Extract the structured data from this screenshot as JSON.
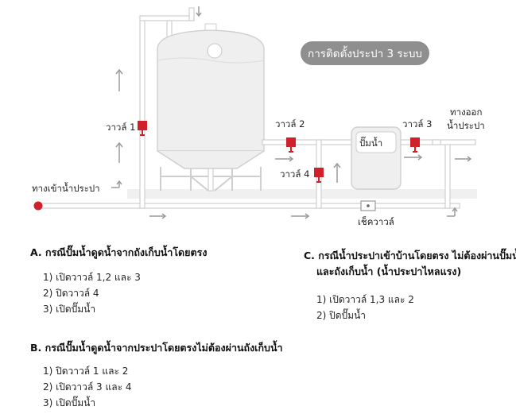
{
  "title_badge": "การติดตั้งประปา 3 ระบบ",
  "labels": {
    "valve1": "วาวล์ 1",
    "valve2": "วาวล์ 2",
    "valve3": "วาวล์ 3",
    "valve4": "วาวล์ 4",
    "pump": "ปั๊มน้ำ",
    "inlet": "ทางเข้าน้ำประปา",
    "outlet_line1": "ทางออก",
    "outlet_line2": "น้ำประปา",
    "check_valve": "เช็ควาวล์"
  },
  "colors": {
    "valve": "#d0202a",
    "pipe": "#cfcfcf",
    "badge": "#8f8f8f",
    "arrow": "#9a9a9a"
  },
  "sections": {
    "a": {
      "title": "A. กรณีปั๊มน้ำดูดน้ำจากถังเก็บน้ำโดยตรง",
      "items": [
        "1) เปิดวาวล์ 1,2 และ 3",
        "2) ปิดวาวล์ 4",
        "3) เปิดปั๊มน้ำ"
      ]
    },
    "b": {
      "title": "B.  กรณีปั๊มน้ำดูดน้ำจากประปาโดยตรงไม่ต้องผ่านถังเก็บน้ำ",
      "items": [
        "1) ปิดวาวล์ 1 และ 2",
        "2) เปิดวาวล์ 3 และ 4",
        "3) เปิดปั๊มน้ำ"
      ]
    },
    "c": {
      "title_line1": "C. กรณีน้ำประปาเข้าบ้านโดยตรง ไม่ต้องผ่านปั๊มน้ำ",
      "title_line2": "และถังเก็บน้ำ (น้ำประปาไหลแรง)",
      "items": [
        "1) เปิดวาวล์ 1,3 และ 2",
        "2) ปิดปั๊มน้ำ"
      ]
    }
  }
}
